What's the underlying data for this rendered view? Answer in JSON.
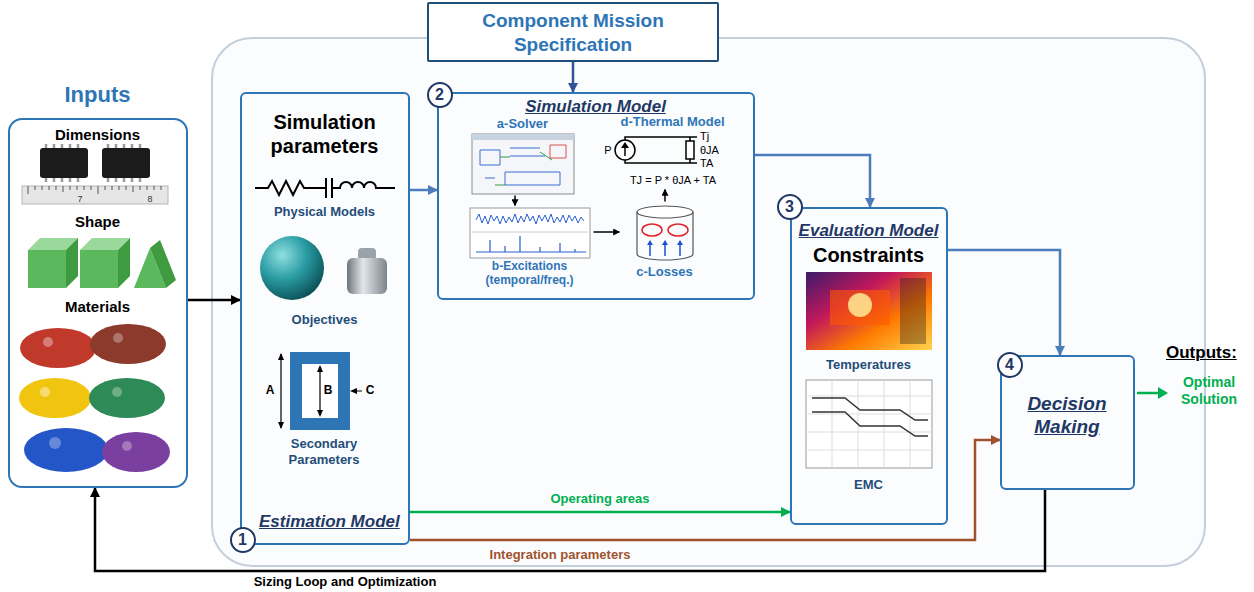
{
  "diagram": {
    "nodes": [
      {
        "text": [
          "Component Mission Specification"
        ]
      },
      {
        "text": [
          "Inputs",
          "Dimensions",
          "Shape",
          "Materials"
        ]
      },
      {
        "text": [
          "Simulation parameters",
          "Physical Models",
          "Objectives",
          "Secondary Parameters",
          "Estimation Model"
        ]
      },
      {
        "text": [
          "1"
        ],
        "in": 2
      },
      {
        "text": [
          "Simulation Model"
        ]
      },
      {
        "text": [
          "2"
        ],
        "in": 4
      },
      {
        "text": [
          "a-Solver"
        ],
        "in": 4
      },
      {
        "text": [
          "d-Thermal Model"
        ],
        "in": 4
      },
      {
        "text": [
          "b-Excitations (temporal/freq.)"
        ],
        "in": 4
      },
      {
        "text": [
          "c-Losses"
        ],
        "in": 4
      },
      {
        "text": [
          "Evaluation Model",
          "Constraints",
          "Temperatures",
          "EMC"
        ]
      },
      {
        "text": [
          "3"
        ],
        "in": 10
      },
      {
        "text": [
          "Decision Making"
        ]
      },
      {
        "text": [
          "4"
        ],
        "in": 12
      }
    ],
    "edges": [
      {
        "from": 1,
        "to": 2,
        "arrow": "to"
      },
      {
        "from": 0,
        "to": 4,
        "arrow": "to"
      },
      {
        "from": 2,
        "to": 4,
        "arrow": "to"
      },
      {
        "from": 6,
        "to": 8,
        "arrow": "to"
      },
      {
        "from": 8,
        "to": 9,
        "arrow": "to"
      },
      {
        "from": 9,
        "to": 7,
        "arrow": "to"
      },
      {
        "from": 4,
        "to": 10,
        "arrow": "to"
      },
      {
        "from": 2,
        "to": 10,
        "label": "Operating areas",
        "arrow": "to"
      },
      {
        "from": 2,
        "to": 12,
        "label": "Integration parameters",
        "arrow": "to"
      },
      {
        "from": 10,
        "to": 12,
        "arrow": "to"
      },
      {
        "from": 12,
        "to": 1,
        "label": "Sizing Loop and Optimization",
        "arrow": "to"
      }
    ],
    "labels": [
      "7",
      "8",
      "A",
      "B",
      "C",
      "P",
      "Tj",
      "θJA",
      "TA",
      "TJ = P * θJA + TA",
      "Outputs:",
      "Optimal Solution"
    ]
  }
}
